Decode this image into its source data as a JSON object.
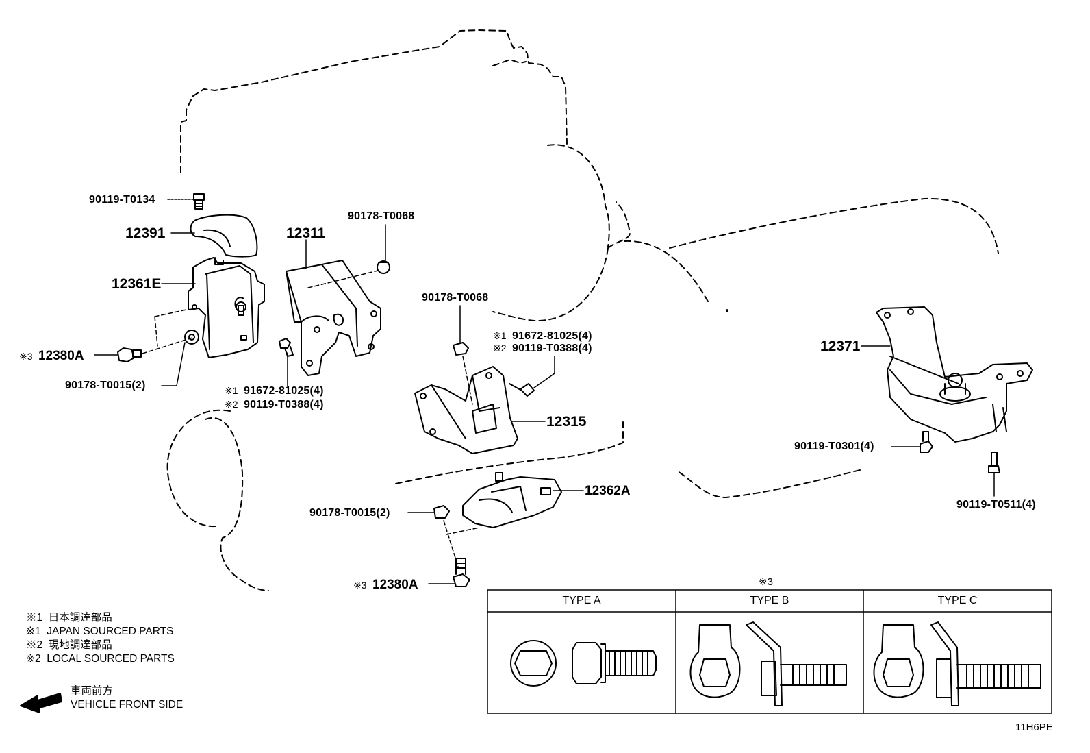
{
  "labels": {
    "p_90119_T0134": "90119-T0134",
    "p_12391": "12391",
    "p_12361E": "12361E",
    "p_12311": "12311",
    "p_90178_T0068_top": "90178-T0068",
    "p_90178_T0068_mid": "90178-T0068",
    "p_12380A_top_mark": "※3",
    "p_12380A_top": "12380A",
    "p_90178_T0015_top": "90178-T0015(2)",
    "note_left_1_mark": "※1",
    "note_left_1": "91672-81025(4)",
    "note_left_2_mark": "※2",
    "note_left_2": "90119-T0388(4)",
    "note_mid_1_mark": "※1",
    "note_mid_1": "91672-81025(4)",
    "note_mid_2_mark": "※2",
    "note_mid_2": "90119-T0388(4)",
    "p_12315": "12315",
    "p_12371": "12371",
    "p_90119_T0301": "90119-T0301(4)",
    "p_90119_T0511": "90119-T0511(4)",
    "p_12362A": "12362A",
    "p_90178_T0015_bot": "90178-T0015(2)",
    "p_12380A_bot_mark": "※3",
    "p_12380A_bot": "12380A"
  },
  "legend": {
    "rows": [
      {
        "mark": "※1",
        "text": "日本調達部品"
      },
      {
        "mark": "※1",
        "text": "JAPAN SOURCED PARTS"
      },
      {
        "mark": "※2",
        "text": "現地調達部品"
      },
      {
        "mark": "※2",
        "text": "LOCAL SOURCED PARTS"
      }
    ],
    "front_jp": "車両前方",
    "front_en": "VEHICLE FRONT SIDE"
  },
  "type_table": {
    "mark": "※3",
    "headers": [
      "TYPE A",
      "TYPE B",
      "TYPE C"
    ]
  },
  "figure_code": "11H6PE"
}
